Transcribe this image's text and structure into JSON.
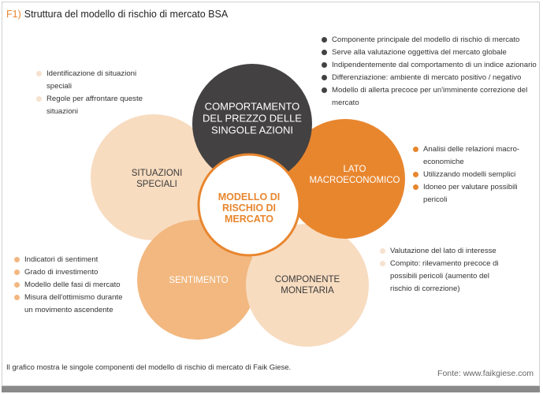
{
  "title": {
    "code": "F1)",
    "text": "Struttura del modello di rischio di mercato BSA"
  },
  "colors": {
    "accent": "#e8862e",
    "dark_circle": "#434141",
    "orange_circle": "#e8862e",
    "peach_circle": "#f2b880",
    "light_circle": "#f8dcc0",
    "pale_dot": "#f6e2cf"
  },
  "center": {
    "lines": [
      "MODELLO DI",
      "RISCHIO DI",
      "MERCATO"
    ]
  },
  "circles": {
    "top": {
      "lines": [
        "COMPORTAMENTO",
        "DEL PREZZO DELLE",
        "SINGOLE AZIONI"
      ]
    },
    "right": {
      "lines": [
        "LATO",
        "MACROECONOMICO"
      ]
    },
    "bottom_right": {
      "lines": [
        "COMPONENTE",
        "MONETARIA"
      ]
    },
    "bottom_left": {
      "lines": [
        "SENTIMENTO"
      ]
    },
    "left": {
      "lines": [
        "SITUAZIONI",
        "SPECIALI"
      ]
    }
  },
  "bullets": {
    "top_right": [
      "Componente principale del modello di rischio di mercato",
      "Serve alla valutazione oggettiva del mercato globale",
      "Indipendentemente dal comportamento di un indice azionario",
      "Differenziazione: ambiente di mercato positivo / negativo",
      "Modello di allerta precoce per un'imminente correzione del",
      "mercato"
    ],
    "right": [
      "Analisi delle relazioni macro-",
      "economiche",
      "Utilizzando modelli semplici",
      "Idoneo per valutare possibili",
      "pericoli"
    ],
    "top_left": [
      "Identificazione di situazioni",
      "speciali",
      "Regole per affrontare queste",
      "situazioni"
    ],
    "bottom_right": [
      "Valutazione del lato di interesse",
      "Compito: rilevamento precoce di",
      "possibili pericoli (aumento del",
      "rischio di correzione)"
    ],
    "bottom_left": [
      "Indicatori di sentiment",
      "Grado di investimento",
      "Modello delle fasi di mercato",
      "Misura dell'ottimismo durante",
      "un movimento ascendente"
    ]
  },
  "caption": "Il grafico mostra le singole componenti del modello di rischio di mercato di Faik Giese.",
  "source": "Fonte: www.faikgiese.com"
}
